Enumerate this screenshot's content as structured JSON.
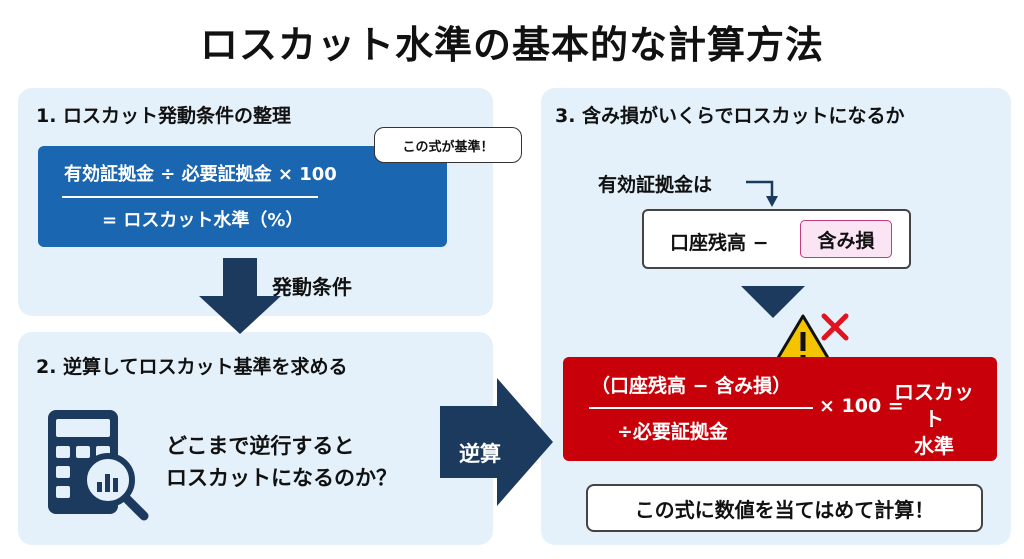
{
  "title": "ロスカット水準の基本的な計算方法",
  "panel1": {
    "heading": "1. ロスカット発動条件の整理",
    "formula_numerator": "有効証拠金 ÷ 必要証拠金 × 100",
    "formula_denominator": "= ロスカット水準（%）",
    "bubble": "この式が基準！",
    "trigger_label": "発動条件"
  },
  "panel2": {
    "heading": "2. 逆算してロスカット基準を求める",
    "question_line1": "どこまで逆行すると",
    "question_line2": "ロスカットになるのか？",
    "arrow_label": "逆算",
    "icon": "calculator-magnifier-icon"
  },
  "panel3": {
    "heading": "3. 含み損がいくらでロスカットになるか",
    "margin_label": "有効証拠金は",
    "balance_text": "口座残高 −",
    "loss_text": "含み損",
    "formula_numerator": "（口座残高 − 含み損）",
    "formula_denominator": "÷必要証拠金",
    "formula_multiplier": "× 100 =",
    "formula_result_line1": "ロスカット",
    "formula_result_line2": "水準",
    "final_note": "この式に数値を当てはめて計算！",
    "warning_icon": "warning-icon",
    "cross_icon": "red-cross-icon"
  },
  "colors": {
    "panel_bg": "#e4f1fa",
    "blue_box": "#1a66b0",
    "red_box": "#c8000a",
    "navy_arrow": "#1c3a5e",
    "loss_highlight": "#fbe4f4",
    "warning_yellow": "#f5c400"
  }
}
